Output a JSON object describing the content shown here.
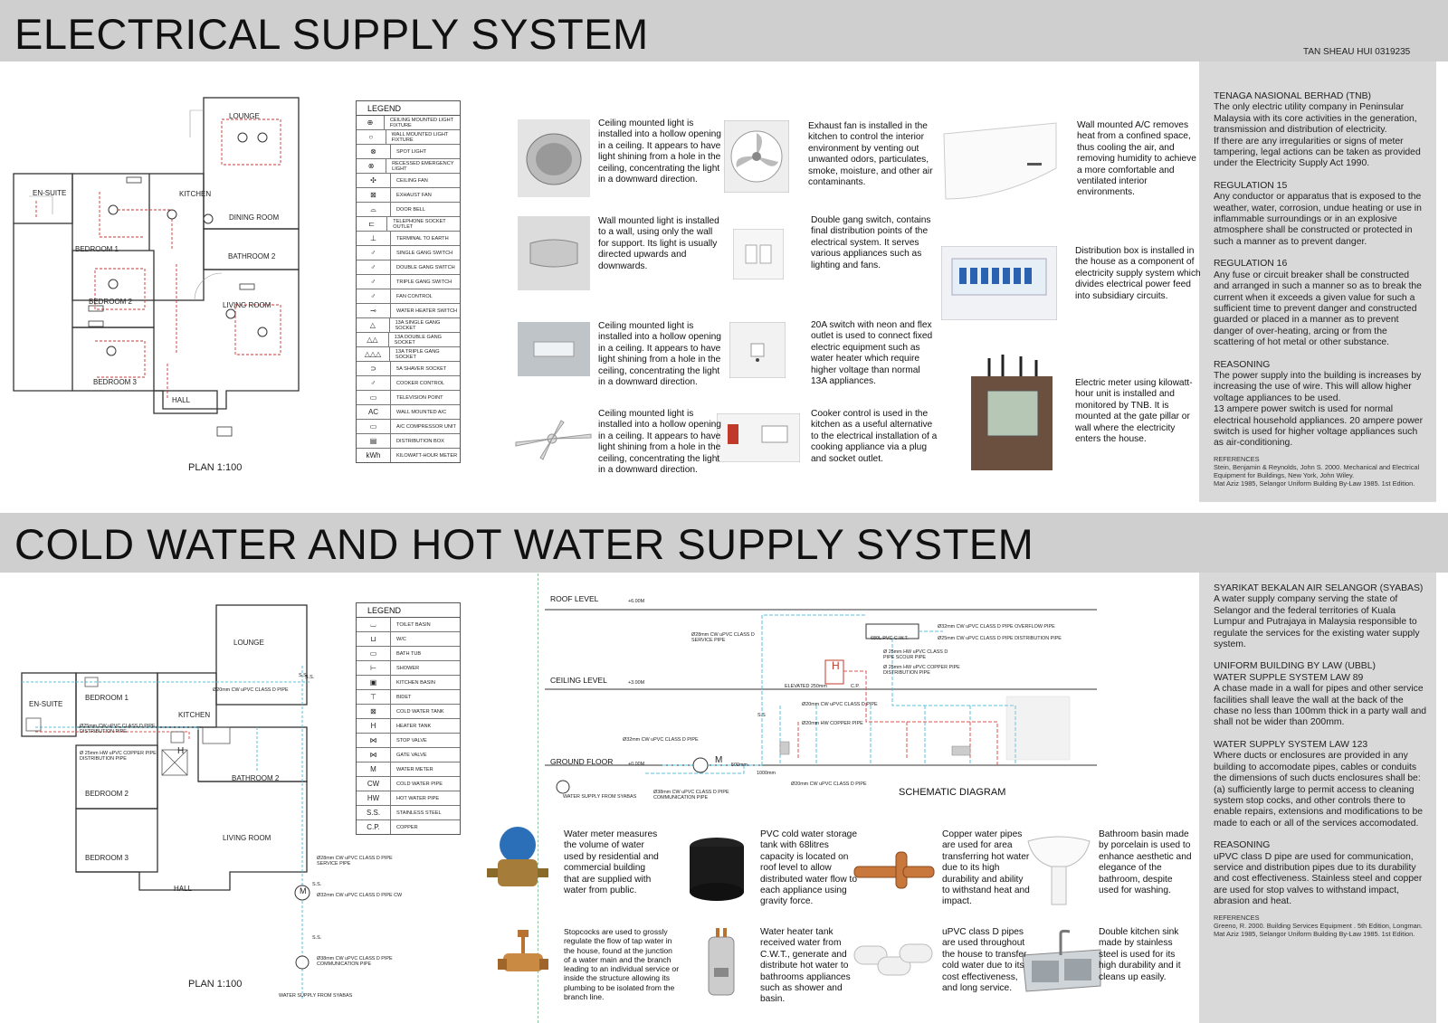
{
  "electrical": {
    "title": "ELECTRICAL SUPPLY SYSTEM",
    "author": "TAN SHEAU HUI 0319235",
    "plan": {
      "caption": "PLAN 1:100",
      "rooms": [
        "LOUNGE",
        "EN-SUITE",
        "KITCHEN",
        "DINING ROOM",
        "BEDROOM 1",
        "BATHROOM 2",
        "BEDROOM 2",
        "LIVING ROOM",
        "BEDROOM 3",
        "HALL"
      ]
    },
    "legend": {
      "heading": "LEGEND",
      "items": [
        {
          "sym": "⊕",
          "label": "CEILING MOUNTED LIGHT FIXTURE"
        },
        {
          "sym": "○",
          "label": "WALL MOUNTED LIGHT FIXTURE"
        },
        {
          "sym": "⊗",
          "label": "SPOT LIGHT"
        },
        {
          "sym": "⊗",
          "label": "RECESSED EMERGENCY LIGHT"
        },
        {
          "sym": "✣",
          "label": "CEILING FAN"
        },
        {
          "sym": "⊠",
          "label": "EXHAUST FAN"
        },
        {
          "sym": "⌓",
          "label": "DOOR BELL"
        },
        {
          "sym": "⊏",
          "label": "TELEPHONE SOCKET OUTLET"
        },
        {
          "sym": "⊥",
          "label": "TERMINAL TO EARTH"
        },
        {
          "sym": "♂",
          "label": "SINGLE GANG SWITCH"
        },
        {
          "sym": "♂",
          "label": "DOUBLE GANG SWITCH"
        },
        {
          "sym": "♂",
          "label": "TRIPLE GANG SWITCH"
        },
        {
          "sym": "♂",
          "label": "FAN CONTROL"
        },
        {
          "sym": "⊸",
          "label": "WATER HEATER SWITCH"
        },
        {
          "sym": "△",
          "label": "13A SINGLE GANG SOCKET"
        },
        {
          "sym": "△△",
          "label": "13A DOUBLE GANG SOCKET"
        },
        {
          "sym": "△△△",
          "label": "13A TRIPLE GANG SOCKET"
        },
        {
          "sym": "⊃",
          "label": "5A SHAVER SOCKET"
        },
        {
          "sym": "♂",
          "label": "COOKER CONTROL"
        },
        {
          "sym": "▭",
          "label": "TELEVISION POINT"
        },
        {
          "sym": "AC",
          "label": "WALL MOUNTED A/C"
        },
        {
          "sym": "▭",
          "label": "A/C COMPRESSOR UNIT"
        },
        {
          "sym": "▤",
          "label": "DISTRIBUTION BOX"
        },
        {
          "sym": "kWh",
          "label": "KILOWATT-HOUR METER"
        }
      ]
    },
    "items": [
      {
        "icon": "ceiling-light-icon",
        "text": "Ceiling mounted light is installed into a hollow opening in a ceiling. It appears to have light shining from a hole in the ceiling, concentrating the light in a downward direction."
      },
      {
        "icon": "wall-light-icon",
        "text": "Wall mounted light is installed to a wall, using only the wall for support. Its light is usually directed upwards and downwards."
      },
      {
        "icon": "recessed-panel-light-icon",
        "text": "Ceiling mounted light is installed into a hollow opening in a ceiling. It appears to have light shining from a hole in the ceiling, concentrating the light in a downward direction."
      },
      {
        "icon": "ceiling-fan-icon",
        "text": "Ceiling mounted light is installed into a hollow opening in a ceiling. It appears to have light shining from a hole in the ceiling, concentrating the light in a downward direction."
      },
      {
        "icon": "exhaust-fan-icon",
        "text": "Exhaust fan is installed in the kitchen to control the interior environment by venting out unwanted odors, particulates, smoke, moisture, and other air contaminants."
      },
      {
        "icon": "double-gang-switch-icon",
        "text": "Double gang switch, contains final distribution points of the electrical system. It serves various appliances such as lighting and fans."
      },
      {
        "icon": "heater-switch-icon",
        "text": "20A switch with neon and flex outlet is used to connect fixed electric equipment such as water heater which require higher voltage than normal 13A appliances."
      },
      {
        "icon": "cooker-control-icon",
        "text": "Cooker control is used in the kitchen as a useful alternative to the electrical installation of a cooking appliance via a plug and socket outlet."
      },
      {
        "icon": "air-conditioner-icon",
        "text": "Wall mounted A/C removes heat from a confined space, thus cooling the air, and removing humidity to achieve a more comfortable and ventilated interior environments."
      },
      {
        "icon": "distribution-box-icon",
        "text": "Distribution box is installed in the house as a component of electricity supply system which divides electrical power feed into subsidiary circuits."
      },
      {
        "icon": "electric-meter-icon",
        "text": "Electric meter using kilowatt-hour unit is installed and monitored by TNB. It is mounted at the gate pillar or wall where the electricity enters the house."
      }
    ],
    "notes": [
      {
        "head": "TENAGA NASIONAL BERHAD (TNB)",
        "body": "The only electric utility company in Peninsular Malaysia with its core activities in the generation, transmission and distribution of electricity.\nIf there are any irregularities or signs of meter tampering, legal actions can be taken as provided under the Electricity Supply Act 1990."
      },
      {
        "head": "REGULATION 15",
        "body": "Any conductor or apparatus that is exposed to the weather, water, corrosion, undue heating or use in inflammable surroundings or in an explosive atmosphere shall be constructed or protected in such a manner as to prevent danger."
      },
      {
        "head": "REGULATION 16",
        "body": "Any fuse or circuit breaker shall be constructed and arranged in such a manner so as to break the current when it exceeds a given value for such a sufficient time to prevent danger and constructed guarded or placed in a manner as to prevent danger of over-heating, arcing or from the scattering of hot metal or other substance."
      },
      {
        "head": "REASONING",
        "body": "The power supply into the building is increases by increasing the use of wire. This will allow higher voltage appliances to be used.\n13 ampere power switch is used for normal electrical household appliances. 20 ampere power switch is used for higher voltage appliances such as air-conditioning."
      }
    ],
    "refs": "REFERENCES\nStein, Benjamin & Reynolds, John S. 2000. Mechanical and Electrical Equipment for Buildings, New York, John Wiley.\nMat Aziz 1985, Selangor Uniform Building By-Law 1985. 1st Edition."
  },
  "water": {
    "title": "COLD WATER AND HOT WATER SUPPLY SYSTEM",
    "plan": {
      "caption": "PLAN 1:100",
      "rooms": [
        "LOUNGE",
        "EN-SUITE",
        "BEDROOM 1",
        "KITCHEN",
        "BATHROOM 2",
        "BEDROOM 2",
        "LIVING ROOM",
        "BEDROOM 3",
        "HALL"
      ],
      "supply_label": "WATER SUPPLY FROM SYABAS"
    },
    "legend": {
      "heading": "LEGEND",
      "items": [
        {
          "sym": "⌴",
          "label": "TOILET BASIN"
        },
        {
          "sym": "⊔",
          "label": "W/C"
        },
        {
          "sym": "▭",
          "label": "BATH TUB"
        },
        {
          "sym": "⊢",
          "label": "SHOWER"
        },
        {
          "sym": "▣",
          "label": "KITCHEN BASIN"
        },
        {
          "sym": "⊤",
          "label": "BIDET"
        },
        {
          "sym": "⊠",
          "label": "COLD WATER TANK"
        },
        {
          "sym": "H",
          "label": "HEATER TANK"
        },
        {
          "sym": "⋈",
          "label": "STOP VALVE"
        },
        {
          "sym": "⋈",
          "label": "GATE VALVE"
        },
        {
          "sym": "M",
          "label": "WATER METER"
        },
        {
          "sym": "CW",
          "label": "COLD WATER PIPE"
        },
        {
          "sym": "HW",
          "label": "HOT WATER PIPE"
        },
        {
          "sym": "S.S.",
          "label": "STAINLESS STEEL"
        },
        {
          "sym": "C.P.",
          "label": "COPPER"
        }
      ]
    },
    "schematic": {
      "title": "SCHEMATIC DIAGRAM",
      "levels": [
        {
          "name": "ROOF LEVEL",
          "value": "+6.00M"
        },
        {
          "name": "CEILING LEVEL",
          "value": "+3.00M"
        },
        {
          "name": "GROUND FLOOR",
          "value": "+0.00M"
        }
      ],
      "labels": {
        "overflow": "Ø32mm CW uPVC CLASS D PIPE OVERFLOW PIPE",
        "tank": "680L PVC C.W.T.",
        "distribution": "Ø25mm CW uPVC CLASS D PIPE DISTRIBUTION PIPE",
        "service": "Ø28mm CW uPVC CLASS D SERVICE PIPE",
        "scour": "Ø 25mm HW uPVC CLASS D PIPE SCOUR PIPE",
        "copper_dist": "Ø 25mm HW uPVC COPPER PIPE DISTRIBUTION PIPE",
        "elevated": "ELEVATED 250mm",
        "cp": "C.P.",
        "ss": "S.S",
        "cw_pipe": "Ø20mm CW uPVC CLASS D PIPE",
        "hw_pipe": "Ø20mm HW COPPER PIPE",
        "cw32": "Ø32mm CW uPVC CLASS D PIPE",
        "meter": "M",
        "d500": "500mm",
        "d1000": "1000mm",
        "cw20_ground": "Ø20mm CW uPVC CLASS D PIPE",
        "comm": "Ø38mm CW uPVC CLASS D PIPE COMMUNICATION PIPE",
        "supply": "WATER SUPPLY FROM SYABAS",
        "heater": "H"
      }
    },
    "items": [
      {
        "icon": "water-meter-icon",
        "text": "Water meter measures the volume of water used by residential and commercial building that are supplied with water from public."
      },
      {
        "icon": "stopcock-icon",
        "text": "Stopcocks are used to grossly regulate the flow of tap water in the house, found at the junction of a water main and the branch leading to an individual service or inside the structure allowing its plumbing to be isolated from the branch line."
      },
      {
        "icon": "water-tank-icon",
        "text": "PVC cold water storage tank with 68litres capacity is located on roof level to allow distributed water flow to each appliance using gravity force."
      },
      {
        "icon": "water-heater-icon",
        "text": "Water heater tank received water from C.W.T., generate and distribute hot water to bathrooms appliances such as shower and basin."
      },
      {
        "icon": "copper-pipe-icon",
        "text": "Copper water pipes are used for area transferring hot water due to its high durability and ability to withstand heat and impact."
      },
      {
        "icon": "upvc-pipe-icon",
        "text": "uPVC class D pipes are used throughout the house to transfer cold water due to its cost effectiveness, and long service."
      },
      {
        "icon": "bathroom-basin-icon",
        "text": "Bathroom basin made by porcelain is used to enhance aesthetic and elegance of the bathroom, despite used for washing."
      },
      {
        "icon": "kitchen-sink-icon",
        "text": "Double kitchen sink made by stainless steel is used for its high durability and it cleans up easily."
      }
    ],
    "notes": [
      {
        "head": "SYARIKAT BEKALAN AIR SELANGOR (SYABAS)",
        "body": "A water supply company serving the state of Selangor and the federal territories of Kuala Lumpur and Putrajaya in Malaysia responsible to regulate the services for the existing water supply system."
      },
      {
        "head": "UNIFORM BUILDING BY LAW (UBBL)\nWATER SUPPLE SYSTEM LAW 89",
        "body": "A chase made in a wall for pipes and other service facilities shall leave the wall at the back of the chase no less than 100mm thick in a party wall and shall not be wider than 200mm."
      },
      {
        "head": "WATER SUPPLY SYSTEM LAW 123",
        "body": "Where ducts or enclosures are provided in any building to accomodate pipes, cables or conduits the dimensions of such ducts enclosures shall be:\n(a) sufficiently large to permit access to cleaning system stop cocks, and other controls there to enable repairs, extensions and modifications to be made to each or all of the services accomodated."
      },
      {
        "head": "REASONING",
        "body": "uPVC class D pipe are used for communication, service and distribution pipes due to its durability and cost effectiveness. Stainless steel and copper are used for stop valves to withstand impact, abrasion and heat."
      }
    ],
    "refs": "REFERENCES\nGreeno, R. 2000. Building Services Equipment . 5th Edition, Longman.\nMat Aziz 1985, Selangor Uniform Building By-Law 1985. 1st Edition.",
    "pipe_labels": [
      "Ø28mm CW uPVC CLASS D PIPE SERVICE PIPE",
      "Ø32mm CW uPVC CLASS D PIPE CW",
      "Ø38mm CW uPVC CLASS D PIPE COMMUNICATION PIPE",
      "S.S.",
      "S.S.",
      "S.S.",
      "M"
    ],
    "plan_pipe_labels": [
      "Ø20mm CW uPVC CLASS D PIPE",
      "Ø25mm CW uPVC CLASS D PIPE DISTRIBUTION PIPE",
      "Ø 25mm HW uPVC COPPER PIPE DISTRIBUTION PIPE",
      "S.S.",
      "H"
    ]
  },
  "colors": {
    "band": "#cfcfcf",
    "notes": "#d9d9d9",
    "cold_pipe": "#5bc0de",
    "hot_pipe": "#d9534f",
    "wire": "#cc3333"
  }
}
